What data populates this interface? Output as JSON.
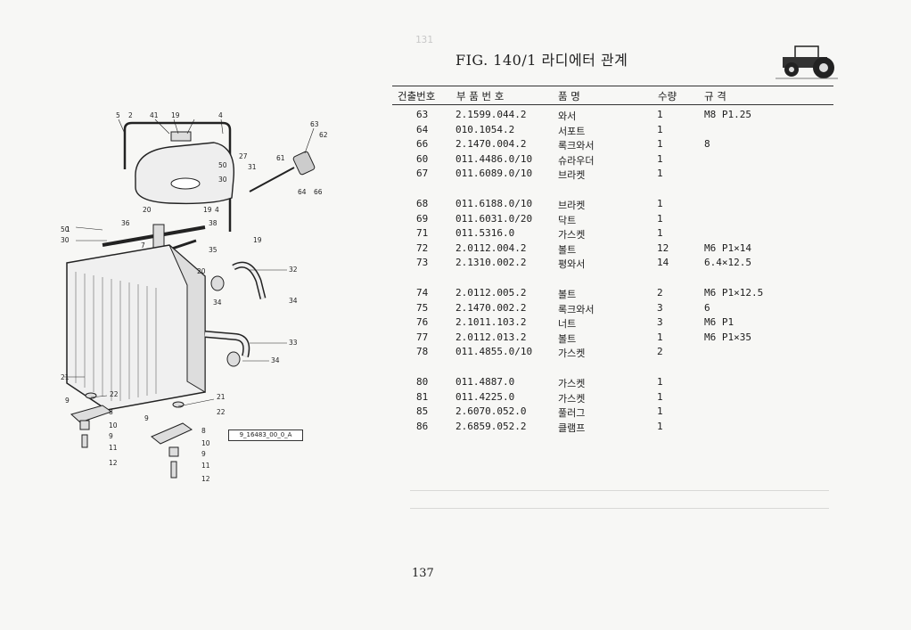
{
  "header": {
    "top_mark": "131",
    "figure_title": "FIG. 140/1 라디에터 관계"
  },
  "columns": {
    "no": "건출번호",
    "part": "부 품 번 호",
    "name": "품 명",
    "qty": "수량",
    "spec": "규 격"
  },
  "rows": [
    {
      "no": "63",
      "part": "2.1599.044.2",
      "name": "와서",
      "qty": "1",
      "spec": "M8 P1.25"
    },
    {
      "no": "64",
      "part": "010.1054.2",
      "name": "서포트",
      "qty": "1",
      "spec": ""
    },
    {
      "no": "66",
      "part": "2.1470.004.2",
      "name": "록크와서",
      "qty": "1",
      "spec": "8"
    },
    {
      "no": "60",
      "part": "011.4486.0/10",
      "name": "슈라우더",
      "qty": "1",
      "spec": ""
    },
    {
      "no": "67",
      "part": "011.6089.0/10",
      "name": "브라켓",
      "qty": "1",
      "spec": ""
    },
    {
      "no": "68",
      "part": "011.6188.0/10",
      "name": "브라켓",
      "qty": "1",
      "spec": ""
    },
    {
      "no": "69",
      "part": "011.6031.0/20",
      "name": "닥트",
      "qty": "1",
      "spec": ""
    },
    {
      "no": "71",
      "part": "011.5316.0",
      "name": "가스켓",
      "qty": "1",
      "spec": ""
    },
    {
      "no": "72",
      "part": "2.0112.004.2",
      "name": "볼트",
      "qty": "12",
      "spec": "M6 P1×14"
    },
    {
      "no": "73",
      "part": "2.1310.002.2",
      "name": "평와서",
      "qty": "14",
      "spec": "6.4×12.5"
    },
    {
      "no": "74",
      "part": "2.0112.005.2",
      "name": "볼트",
      "qty": "2",
      "spec": "M6 P1×12.5"
    },
    {
      "no": "75",
      "part": "2.1470.002.2",
      "name": "록크와서",
      "qty": "3",
      "spec": "6"
    },
    {
      "no": "76",
      "part": "2.1011.103.2",
      "name": "너트",
      "qty": "3",
      "spec": "M6 P1"
    },
    {
      "no": "77",
      "part": "2.0112.013.2",
      "name": "볼트",
      "qty": "1",
      "spec": "M6 P1×35"
    },
    {
      "no": "78",
      "part": "011.4855.0/10",
      "name": "가스켓",
      "qty": "2",
      "spec": ""
    },
    {
      "no": "80",
      "part": "011.4887.0",
      "name": "가스켓",
      "qty": "1",
      "spec": ""
    },
    {
      "no": "81",
      "part": "011.4225.0",
      "name": "가스켓",
      "qty": "1",
      "spec": ""
    },
    {
      "no": "85",
      "part": "2.6070.052.0",
      "name": "풀러그",
      "qty": "1",
      "spec": ""
    },
    {
      "no": "86",
      "part": "2.6859.052.2",
      "name": "클램프",
      "qty": "1",
      "spec": ""
    }
  ],
  "diagram": {
    "callouts": [
      "5",
      "2",
      "41",
      "19",
      "4",
      "63",
      "62",
      "50",
      "30",
      "27",
      "31",
      "61",
      "64",
      "66",
      "20",
      "19",
      "4",
      "36",
      "38",
      "50",
      "30",
      "7",
      "35",
      "19",
      "1",
      "20",
      "32",
      "34",
      "34",
      "33",
      "34",
      "21",
      "22",
      "9",
      "8",
      "10",
      "9",
      "11",
      "12",
      "21",
      "22",
      "9",
      "8",
      "10",
      "9",
      "11",
      "12"
    ],
    "reference_code": "9_16483_00_0_A"
  },
  "page_number": "137"
}
